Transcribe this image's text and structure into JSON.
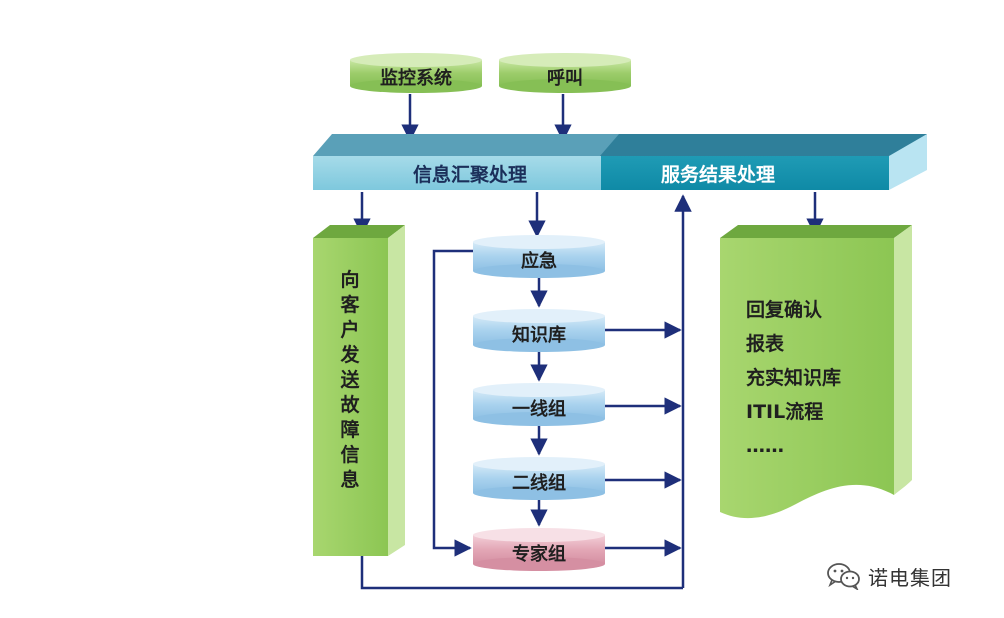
{
  "inputs": {
    "monitor": "监控系统",
    "call": "呼叫"
  },
  "bar": {
    "left": "信息汇聚处理",
    "right": "服务结果处理"
  },
  "left_panel": [
    "向",
    "客",
    "户",
    "发",
    "送",
    "故",
    "障",
    "信",
    "息"
  ],
  "steps": {
    "emergency": "应急",
    "kb": "知识库",
    "line1": "一线组",
    "line2": "二线组",
    "expert": "专家组"
  },
  "right_panel": [
    "回复确认",
    "报表",
    "充实知识库",
    "ITIL流程",
    "……"
  ],
  "watermark": {
    "icon": "wechat-icon",
    "text": "诺电集团"
  }
}
